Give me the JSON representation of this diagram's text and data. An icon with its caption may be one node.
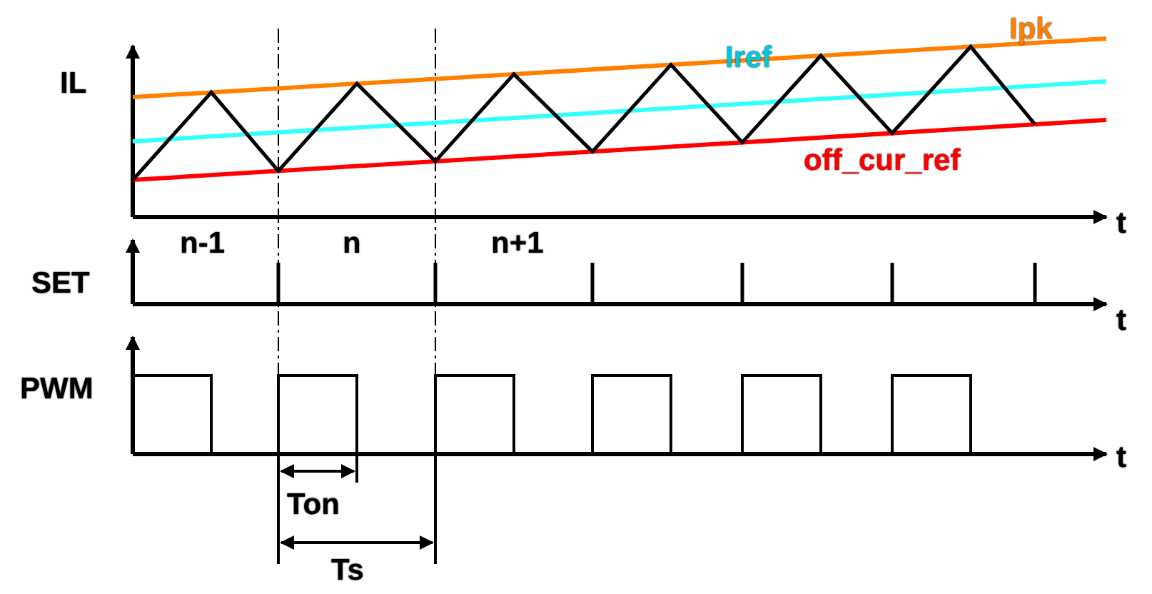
{
  "diagram": {
    "labels": [
      "IL",
      "Ipk",
      "Iref",
      "off_cur_ref",
      "t",
      "n-1",
      "n",
      "n+1",
      "SET",
      "t",
      "PWM",
      "t",
      "Ton",
      "Ts"
    ]
  }
}
